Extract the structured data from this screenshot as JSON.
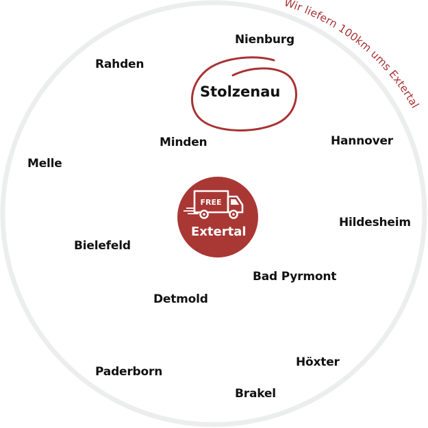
{
  "banner": {
    "curved_text": "Wir liefern 100km ums Extertal",
    "color": "#a83232"
  },
  "ring": {
    "color": "#eceeed"
  },
  "center_badge": {
    "label": "Extertal",
    "truck_label": "FREE",
    "icon": "delivery-truck-icon",
    "color": "#a93834"
  },
  "highlighted_city": {
    "name": "Stolzenau",
    "circle_color": "#a83232"
  },
  "cities": [
    {
      "name": "Nienburg"
    },
    {
      "name": "Rahden"
    },
    {
      "name": "Minden"
    },
    {
      "name": "Hannover"
    },
    {
      "name": "Melle"
    },
    {
      "name": "Hildesheim"
    },
    {
      "name": "Bielefeld"
    },
    {
      "name": "Bad Pyrmont"
    },
    {
      "name": "Detmold"
    },
    {
      "name": "Höxter"
    },
    {
      "name": "Paderborn"
    },
    {
      "name": "Brakel"
    }
  ]
}
